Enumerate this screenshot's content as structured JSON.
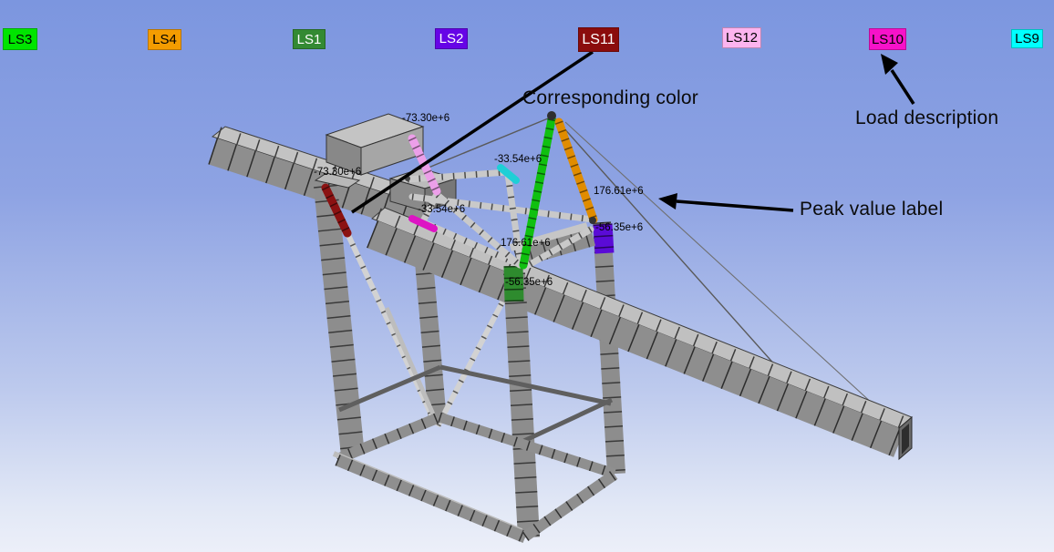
{
  "legend": {
    "items": [
      {
        "label": "LS3",
        "color": "#00e400",
        "text_color": "#000000"
      },
      {
        "label": "LS4",
        "color": "#f49c00",
        "text_color": "#000000"
      },
      {
        "label": "LS1",
        "color": "#338a33",
        "text_color": "#ffffff"
      },
      {
        "label": "LS2",
        "color": "#6604e6",
        "text_color": "#ffffff"
      },
      {
        "label": "LS11",
        "color": "#8b0c0c",
        "text_color": "#ffffff"
      },
      {
        "label": "LS12",
        "color": "#fcb4ef",
        "text_color": "#000000"
      },
      {
        "label": "LS10",
        "color": "#f712c9",
        "text_color": "#000000"
      },
      {
        "label": "LS9",
        "color": "#00ffff",
        "text_color": "#000000"
      }
    ]
  },
  "annotations": {
    "corresponding_color": "Corresponding color",
    "load_description": "Load description",
    "peak_value_label": "Peak value label"
  },
  "value_labels": [
    {
      "text": "-73.30e+6"
    },
    {
      "text": "-73.30e+6"
    },
    {
      "text": "-33.54e+6"
    },
    {
      "text": "-33.54e+6"
    },
    {
      "text": "176.61e+6"
    },
    {
      "text": "-56.35e+6"
    },
    {
      "text": "176.61e+6"
    },
    {
      "text": "-56.35e+6"
    }
  ],
  "members": {
    "dark_red": {
      "color": "#8b1212"
    },
    "light_pink": {
      "color": "#ec9fe9"
    },
    "magenta": {
      "color": "#dd14c4"
    },
    "cyan": {
      "color": "#1ecfd6"
    },
    "bright_green": {
      "color": "#10c010"
    },
    "orange": {
      "color": "#e08c00"
    },
    "violet": {
      "color": "#5a0bd6"
    },
    "forest_green": {
      "color": "#2e8b2e"
    }
  }
}
